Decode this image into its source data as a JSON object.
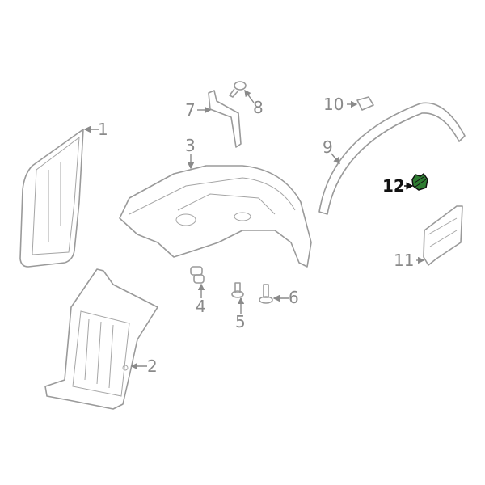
{
  "diagram": {
    "callouts": [
      {
        "id": "1",
        "label": "1"
      },
      {
        "id": "2",
        "label": "2"
      },
      {
        "id": "3",
        "label": "3"
      },
      {
        "id": "4",
        "label": "4"
      },
      {
        "id": "5",
        "label": "5"
      },
      {
        "id": "6",
        "label": "6"
      },
      {
        "id": "7",
        "label": "7"
      },
      {
        "id": "8",
        "label": "8"
      },
      {
        "id": "9",
        "label": "9"
      },
      {
        "id": "10",
        "label": "10"
      },
      {
        "id": "11",
        "label": "11"
      },
      {
        "id": "12",
        "label": "12",
        "highlighted": true
      }
    ],
    "colors": {
      "outline": "#9a9a9a",
      "highlight_part": "#2e7d32",
      "highlight_label": "#111111"
    }
  }
}
